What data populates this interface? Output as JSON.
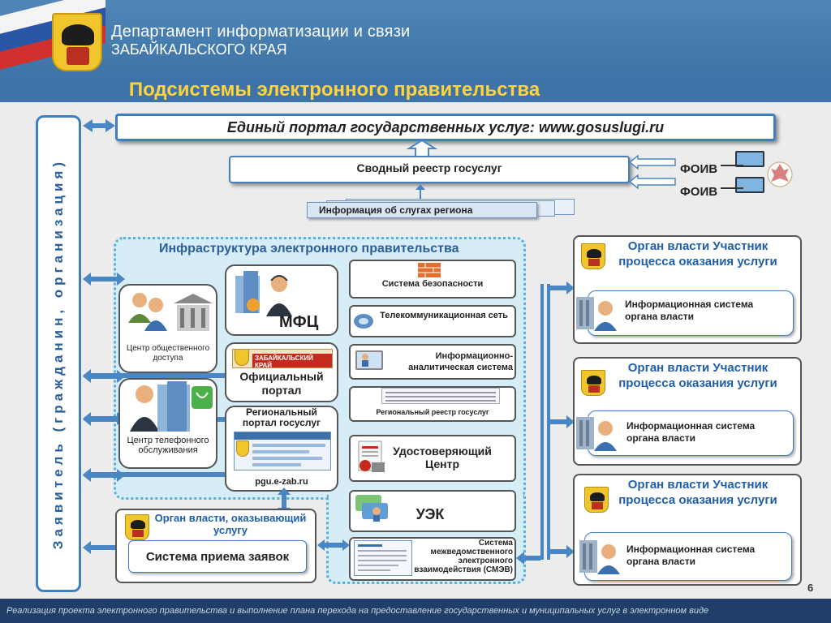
{
  "header": {
    "department_line1": "Департамент информатизации и связи",
    "department_line2": "ЗАБАЙКАЛЬСКОГО КРАЯ",
    "title": "Подсистемы электронного правительства"
  },
  "applicant": "Заявитель (гражданин, организация)",
  "portal": "Единый  портал  государственных услуг: www.gosuslugi.ru",
  "registry": "Сводный реестр госуслуг",
  "foiv": [
    "ФОИВ",
    "ФОИВ"
  ],
  "region_info": "Информация об слугах региона",
  "infrastructure": {
    "title": "Инфраструктура электронного правительства",
    "public_access": "Центр общественного доступа",
    "mfc": "МФЦ",
    "official_portal_banner": "ЗАБАЙКАЛЬСКИЙ КРАЙ",
    "official_portal": "Официальный портал",
    "phone_center": "Центр телефонного обслуживания",
    "regional_portal": "Региональный портал госуслуг",
    "regional_portal_url": "pgu.e-zab.ru",
    "security": "Система безопасности",
    "telecom": "Телекоммуникационная сеть",
    "analytics": "Информационно-аналитическая система",
    "regional_registry": "Региональный реестр госуслуг",
    "cert_center": "Удостоверяющий Центр",
    "uek": "УЭК",
    "smev": "Система межведомственного электронного взаимодействия (СМЭВ)"
  },
  "service_org": {
    "title": "Орган власти, оказывающий услугу",
    "system": "Система приема заявок"
  },
  "participants": [
    {
      "title": "Орган власти Участник процесса оказания услуги",
      "system": "Информационная система органа власти"
    },
    {
      "title": "Орган власти Участник процесса оказания услуги",
      "system": "Информационная система органа власти"
    },
    {
      "title": "Орган власти Участник процесса оказания услуги",
      "system": "Информационная система органа власти"
    }
  ],
  "footer": "Реализация проекта электронного правительства и выполнение плана перехода на предоставление государственных и муниципальных услуг в электронном виде",
  "page_number": "6",
  "colors": {
    "header_blue": "#3d73a6",
    "title_yellow": "#ffd23e",
    "accent_blue": "#3f7fc1",
    "infra_bg": "#d6ecf7",
    "org_title": "#1f5ea8"
  }
}
